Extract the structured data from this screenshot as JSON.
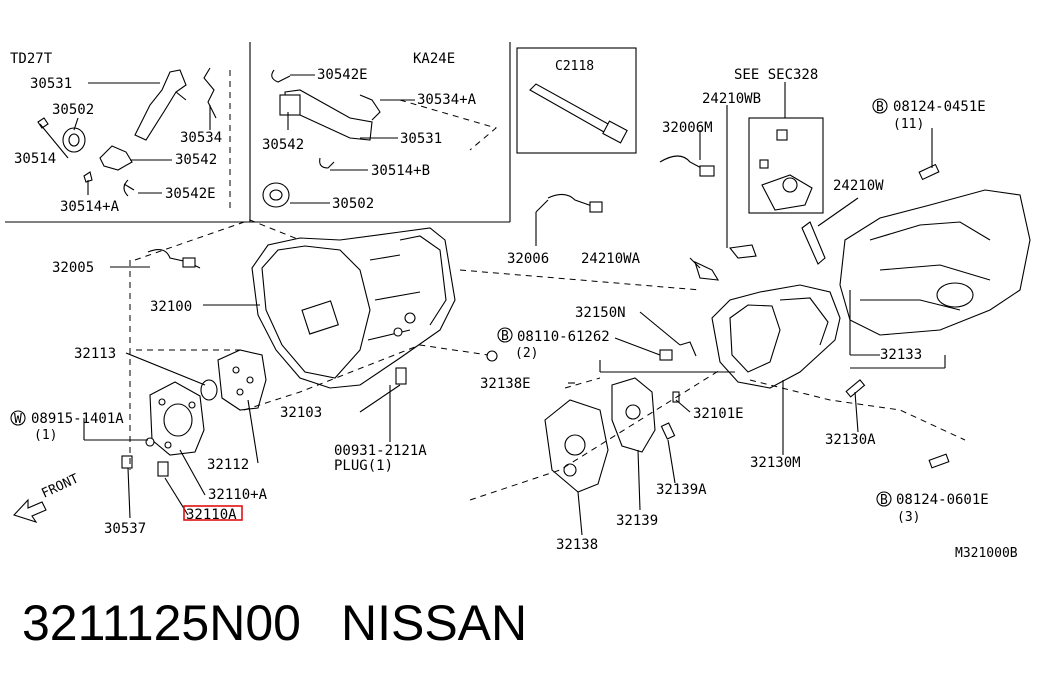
{
  "labels": {
    "td27t": "TD27T",
    "ka24e": "KA24E",
    "p30531a": "30531",
    "p30502a": "30502",
    "p30514": "30514",
    "p30534": "30534",
    "p30542a": "30542",
    "p30542e_a": "30542E",
    "p30514a": "30514+A",
    "p30542e_b": "30542E",
    "p30534a": "30534+A",
    "p30542b": "30542",
    "p30531b": "30531",
    "p30514b": "30514+B",
    "p30502b": "30502",
    "c2118": "C2118",
    "see_sec": "SEE SEC328",
    "p24210wb": "24210WB",
    "p32006m": "32006M",
    "b08124_0451e": "08124-0451E",
    "qty11": "(11)",
    "p24210w": "24210W",
    "p32005": "32005",
    "p32006": "32006",
    "p24210wa": "24210WA",
    "p32100": "32100",
    "p32150n": "32150N",
    "b08110": "08110-61262",
    "qty2": "(2)",
    "p32113": "32113",
    "p32133": "32133",
    "p32138e": "32138E",
    "w08915": "08915-1401A",
    "qty1": "(1)",
    "p32103": "32103",
    "p32101e": "32101E",
    "p32130a": "32130A",
    "p00931": "00931-2121A",
    "plug": "PLUG(1)",
    "p32112": "32112",
    "p32130m": "32130M",
    "p32110a": "32110+A",
    "p32139a": "32139A",
    "front": "FRONT",
    "b08124_0601e": "08124-0601E",
    "qty3": "(3)",
    "p30537": "30537",
    "p32110": "32110A",
    "p32139": "32139",
    "p32138": "32138",
    "diagram_id": "M321000B",
    "circ_b": "B",
    "circ_w": "W"
  },
  "caption": {
    "part_number": "3211125N00",
    "brand": "NISSAN"
  },
  "highlight_color": "#e01010"
}
